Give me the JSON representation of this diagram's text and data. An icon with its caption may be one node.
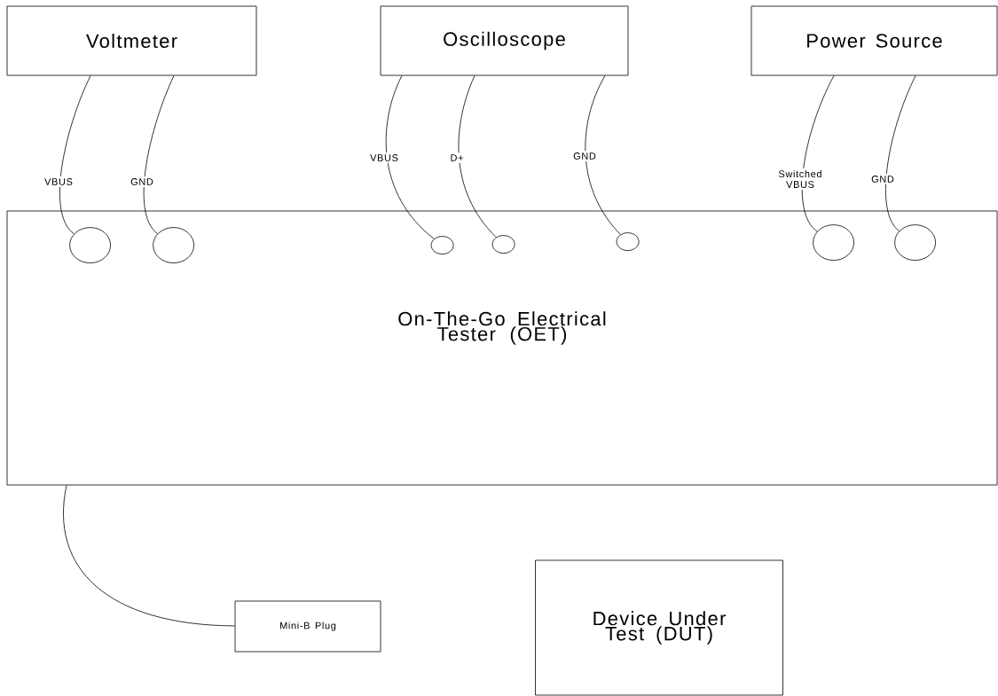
{
  "diagram": {
    "nodes": [
      {
        "text": [
          "Voltmeter"
        ]
      },
      {
        "text": [
          "Oscilloscope"
        ]
      },
      {
        "text": [
          "Power Source"
        ]
      },
      {
        "text": [
          "On-The-Go Electrical Tester (OET)"
        ]
      },
      {
        "text": [],
        "shape": "circle",
        "in": 3
      },
      {
        "text": [],
        "shape": "circle",
        "in": 3
      },
      {
        "text": [],
        "shape": "circle",
        "in": 3
      },
      {
        "text": [],
        "shape": "circle",
        "in": 3
      },
      {
        "text": [],
        "shape": "circle",
        "in": 3
      },
      {
        "text": [],
        "shape": "circle",
        "in": 3
      },
      {
        "text": [],
        "shape": "circle",
        "in": 3
      },
      {
        "text": [
          "Mini-B Plug"
        ]
      },
      {
        "text": [
          "Device Under Test (DUT)"
        ]
      }
    ],
    "edges": [
      {
        "from": 0,
        "to": 4,
        "arrow": "none",
        "label": "VBUS"
      },
      {
        "from": 0,
        "to": 5,
        "arrow": "none",
        "label": "GND"
      },
      {
        "from": 1,
        "to": 6,
        "arrow": "none",
        "label": "VBUS"
      },
      {
        "from": 1,
        "to": 7,
        "arrow": "none",
        "label": "D+"
      },
      {
        "from": 1,
        "to": 8,
        "arrow": "none",
        "label": "GND"
      },
      {
        "from": 2,
        "to": 9,
        "arrow": "none",
        "label": "Switched VBUS"
      },
      {
        "from": 2,
        "to": 10,
        "arrow": "none",
        "label": "GND"
      },
      {
        "from": 3,
        "to": 11,
        "arrow": "none"
      }
    ]
  }
}
